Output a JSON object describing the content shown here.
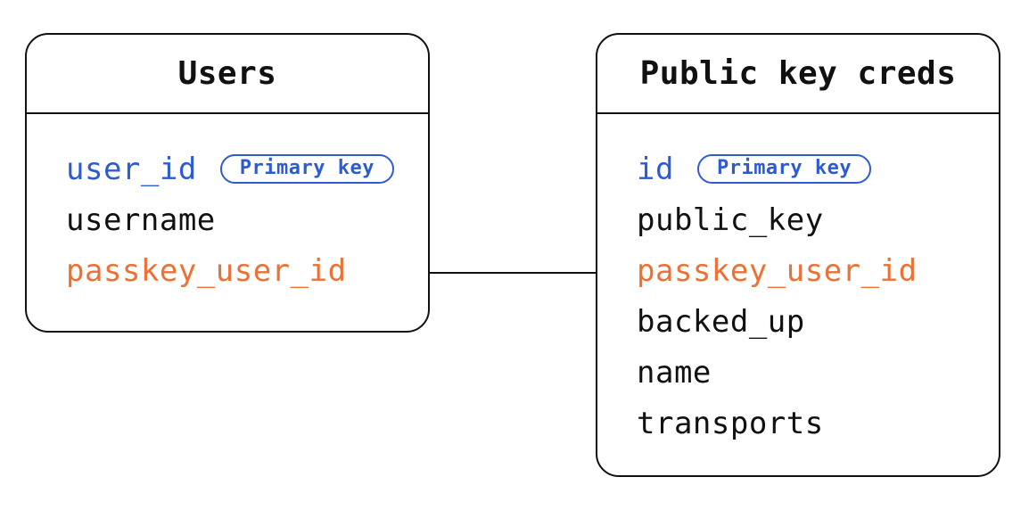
{
  "colors": {
    "primary_key_blue": "#2d5bd0",
    "foreign_key_orange": "#ec7134",
    "text_black": "#111111",
    "border_black": "#111111",
    "background": "#ffffff"
  },
  "relationship": {
    "from_table": "Users",
    "from_field": "passkey_user_id",
    "to_table": "Public key creds",
    "to_field": "passkey_user_id"
  },
  "tables": [
    {
      "title": "Users",
      "fields": [
        {
          "name": "user_id",
          "badge": "Primary key"
        },
        {
          "name": "username"
        },
        {
          "name": "passkey_user_id"
        }
      ]
    },
    {
      "title": "Public key creds",
      "fields": [
        {
          "name": "id",
          "badge": "Primary key"
        },
        {
          "name": "public_key"
        },
        {
          "name": "passkey_user_id"
        },
        {
          "name": "backed_up"
        },
        {
          "name": "name"
        },
        {
          "name": "transports"
        }
      ]
    }
  ]
}
